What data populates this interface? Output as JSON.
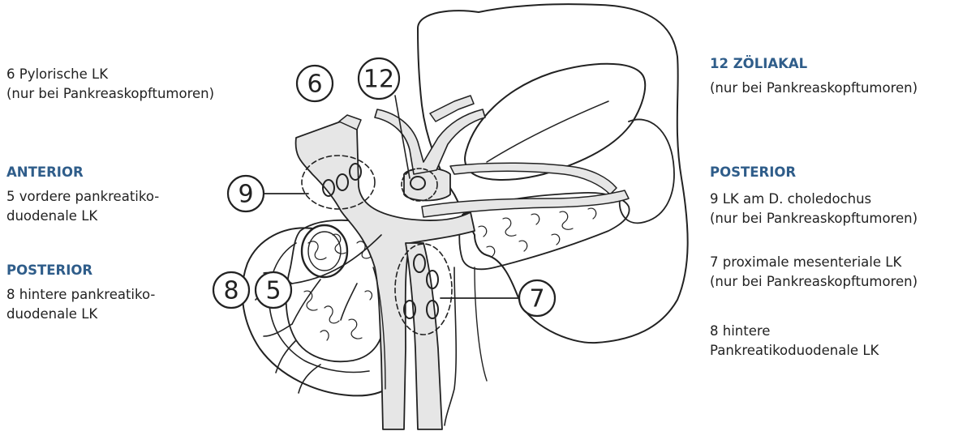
{
  "left": {
    "pyloric": {
      "line1": "6 Pylorische LK",
      "line2": "(nur bei Pankreaskopftumoren)"
    },
    "anterior": {
      "heading": "ANTERIOR",
      "line1": "5 vordere pankreatiko-",
      "line2": "duodenale LK"
    },
    "posterior": {
      "heading": "POSTERIOR",
      "line1": "8 hintere pankreatiko-",
      "line2": "duodenale LK"
    }
  },
  "right": {
    "coeliac": {
      "heading": "12 ZÖLIAKAL",
      "line1": "(nur bei Pankreaskopftumoren)"
    },
    "posterior": {
      "heading": "POSTERIOR",
      "item9": {
        "line1": "9 LK am D. choledochus",
        "line2": "(nur bei Pankreaskopftumoren)"
      },
      "item7": {
        "line1": "7 proximale mesenteriale LK",
        "line2": "(nur bei Pankreaskopftumoren)"
      },
      "item8": {
        "line1": "8 hintere",
        "line2": "Pankreatikoduodenale LK"
      }
    }
  },
  "markers": {
    "m6": "6",
    "m12": "12",
    "m9": "9",
    "m8": "8",
    "m5": "5",
    "m7": "7"
  }
}
